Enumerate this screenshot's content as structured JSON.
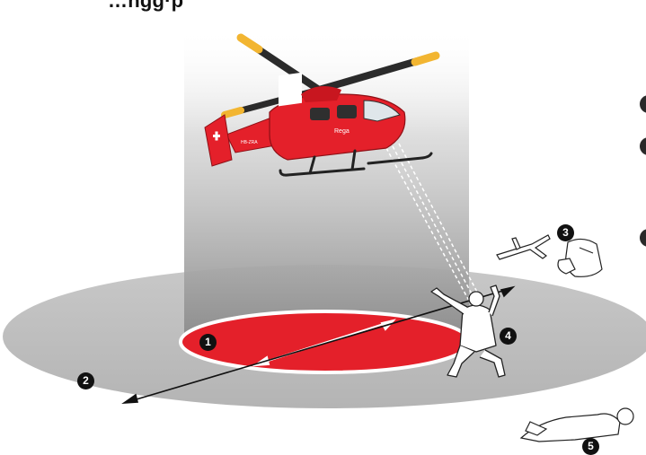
{
  "header": {
    "title": "…ngg·p"
  },
  "markers": {
    "landing_zone": "1",
    "approach_direction": "2",
    "loose_objects": "3",
    "signaller": "4",
    "patient": "5"
  },
  "colors": {
    "rega_red": "#e4202a",
    "rotor_tip_yellow": "#f2b531",
    "ground_shadow": "#bdbdbd",
    "downwash_column": "#8a8a8a",
    "badge": "#111111"
  },
  "helicopter": {
    "livery_text": "Rega",
    "registration": "HB-ZRA"
  }
}
